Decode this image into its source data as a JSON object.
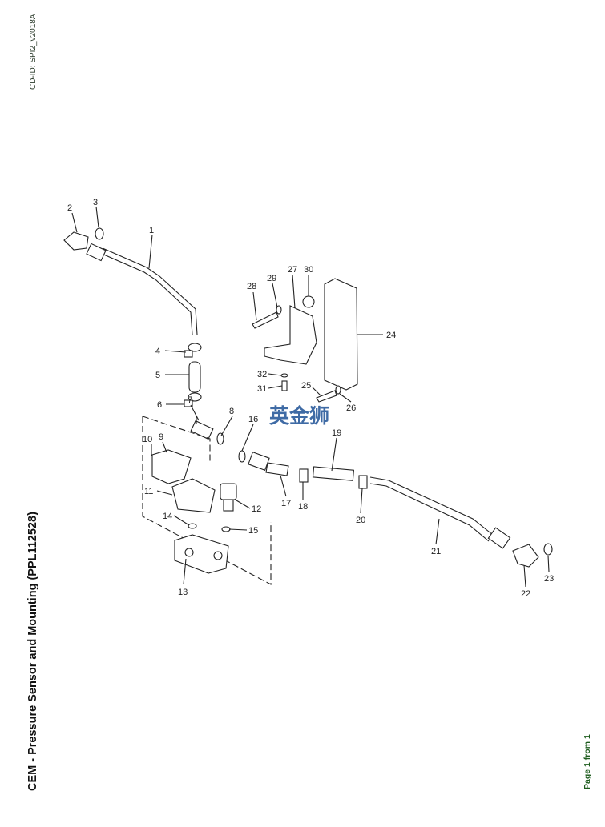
{
  "document": {
    "cd_id": "CD-ID: SPI2_v2018A",
    "title": "CEM - Pressure Sensor and Mounting (PPL112528)",
    "pagination": "Page 1 from 1",
    "watermark": "英金狮"
  },
  "callouts": {
    "c1": "1",
    "c2": "2",
    "c3": "3",
    "c4": "4",
    "c5": "5",
    "c6": "6",
    "c7": "7",
    "c8": "8",
    "c9": "9",
    "c10": "10",
    "c11": "11",
    "c12": "12",
    "c13": "13",
    "c14": "14",
    "c15": "15",
    "c16": "16",
    "c17": "17",
    "c18": "18",
    "c19": "19",
    "c20": "20",
    "c21": "21",
    "c22": "22",
    "c23": "23",
    "c24": "24",
    "c25": "25",
    "c26": "26",
    "c27": "27",
    "c28": "28",
    "c29": "29",
    "c30": "30",
    "c31": "31",
    "c32": "32"
  }
}
